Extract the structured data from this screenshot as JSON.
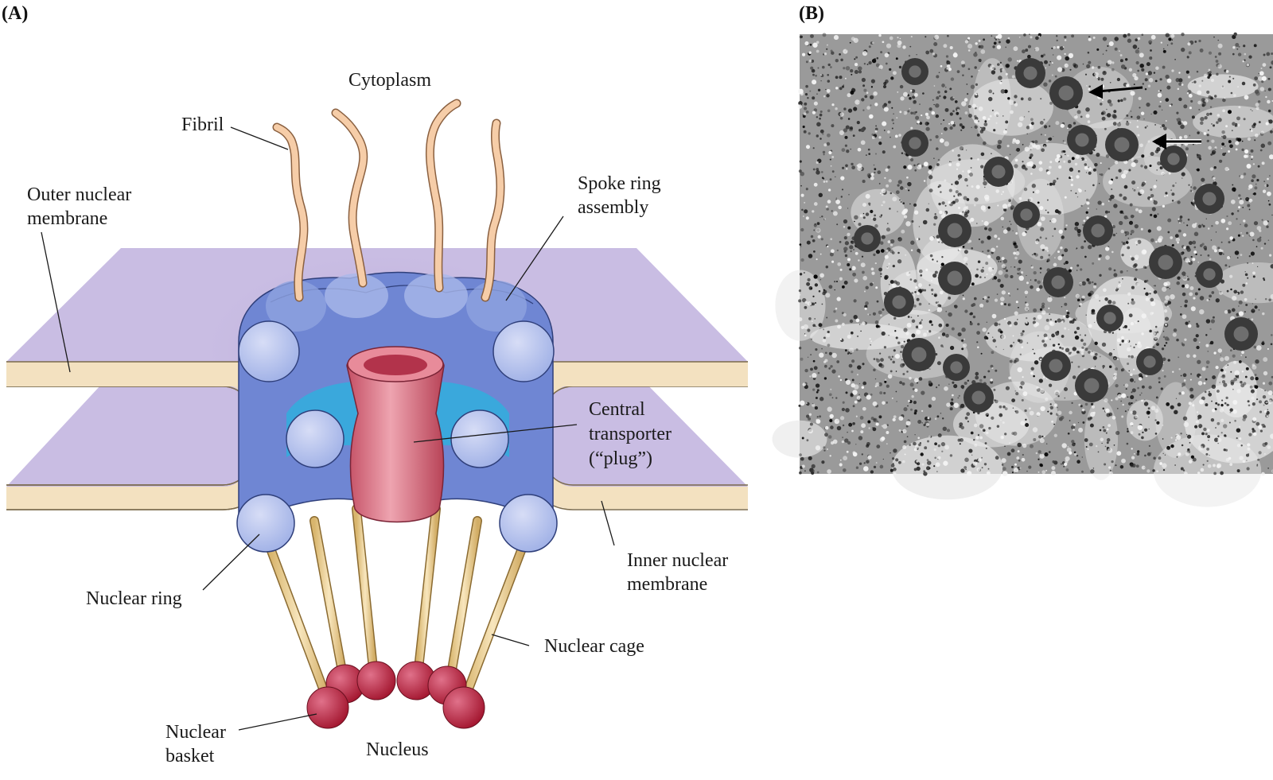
{
  "panels": {
    "a": {
      "letter": "(A)",
      "labels": {
        "cytoplasm": "Cytoplasm",
        "fibril": "Fibril",
        "outer_membrane": [
          "Outer nuclear",
          "membrane"
        ],
        "spoke_ring": [
          "Spoke ring",
          "assembly"
        ],
        "central_transporter": [
          "Central",
          "transporter",
          "(“plug”)"
        ],
        "nuclear_ring": "Nuclear ring",
        "inner_membrane": [
          "Inner nuclear",
          "membrane"
        ],
        "nuclear_cage": "Nuclear cage",
        "nuclear_basket": [
          "Nuclear",
          "basket"
        ],
        "nucleus": "Nucleus"
      }
    },
    "b": {
      "letter": "(B)",
      "arrows": 2
    }
  },
  "colors": {
    "membrane_face": "#c9bde3",
    "membrane_edge": "#f3e1c0",
    "spoke_blue": "#6f86d3",
    "ring_blue": "#b4c0ea",
    "inner_cyan": "#3aa8dc",
    "plug_pink": "#d4697a",
    "fibril": "#f6cda8",
    "cage_rod": "#ecd29a",
    "basket_red": "#c0283f"
  }
}
